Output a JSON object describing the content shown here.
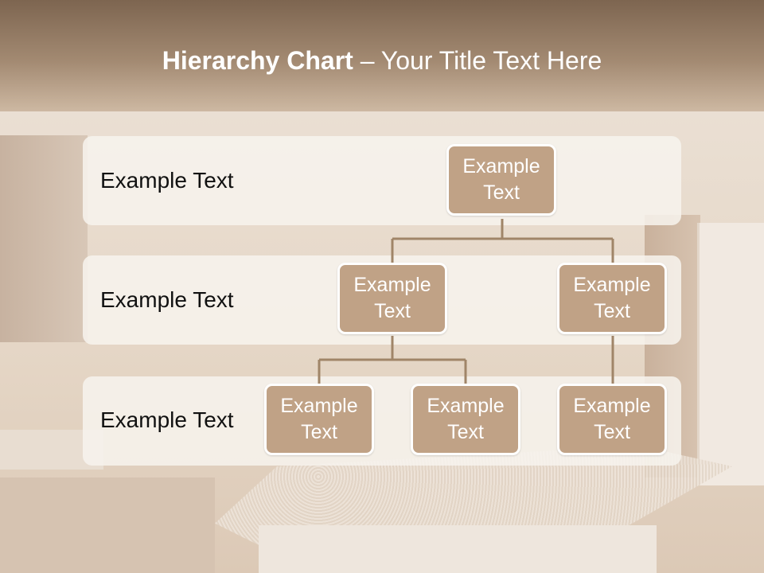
{
  "title": {
    "bold": "Hierarchy Chart",
    "rest": " – Your Title Text Here"
  },
  "rows": [
    {
      "label": "Example Text"
    },
    {
      "label": "Example Text"
    },
    {
      "label": "Example Text"
    }
  ],
  "nodes": [
    {
      "line1": "Example",
      "line2": "Text"
    },
    {
      "line1": "Example",
      "line2": "Text"
    },
    {
      "line1": "Example",
      "line2": "Text"
    },
    {
      "line1": "Example",
      "line2": "Text"
    },
    {
      "line1": "Example",
      "line2": "Text"
    },
    {
      "line1": "Example",
      "line2": "Text"
    }
  ],
  "colors": {
    "node_fill": "#c0a286",
    "connector": "#a08568",
    "band": "#f7f3ed"
  }
}
